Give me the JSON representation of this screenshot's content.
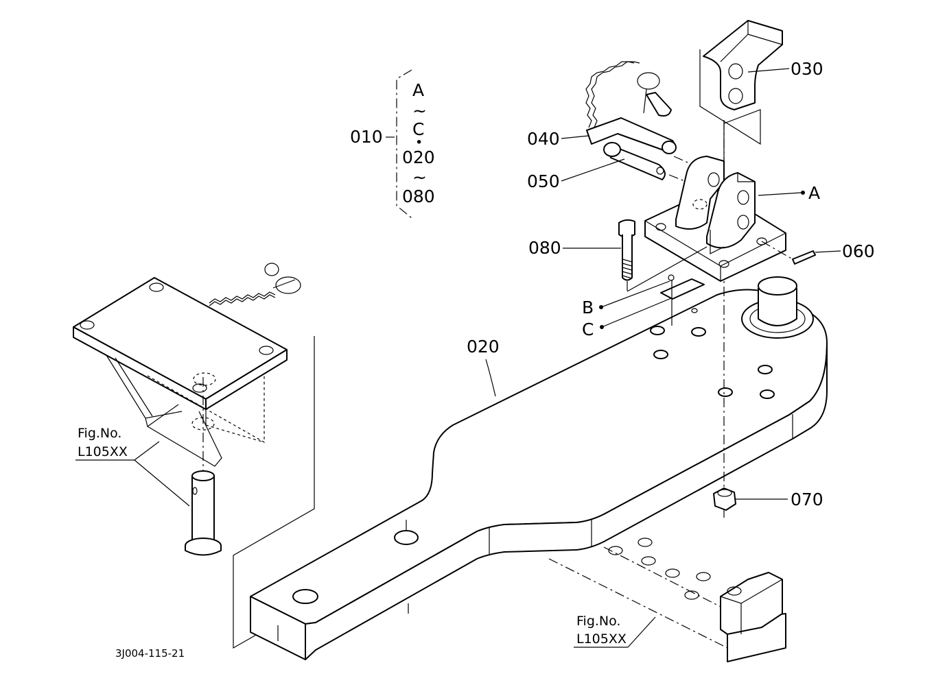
{
  "callouts": {
    "p010": "010",
    "p020": "020",
    "p030": "030",
    "p040": "040",
    "p050": "050",
    "p060": "060",
    "p070": "070",
    "p080": "080",
    "ref_a": "A",
    "ref_b": "B",
    "ref_c": "C"
  },
  "group_bracket": {
    "line1": "A",
    "tilde1": "~",
    "line2": "C",
    "dot": "•",
    "line3": "020",
    "tilde2": "~",
    "line4": "080"
  },
  "fig_refs": [
    {
      "line1": "Fig.No.",
      "line2": "L105XX"
    },
    {
      "line1": "Fig.No.",
      "line2": "L105XX"
    }
  ],
  "drawing_code": "3J004-115-21"
}
